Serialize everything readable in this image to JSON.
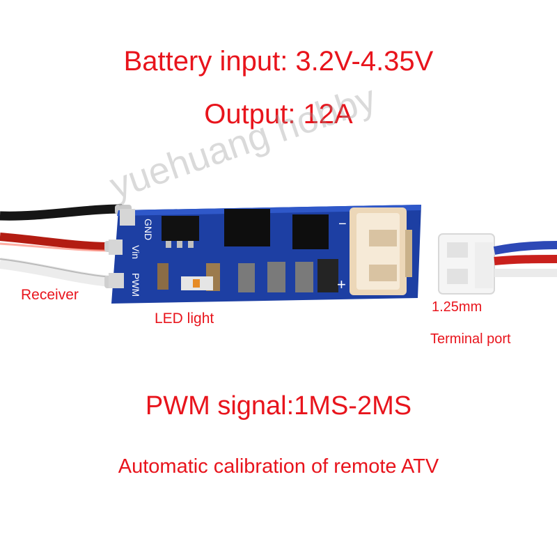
{
  "headline": {
    "battery": "Battery input: 3.2V-4.35V",
    "output": "Output: 12A",
    "pwm": "PWM signal:1MS-2MS",
    "calibration": "Automatic calibration of remote ATV"
  },
  "callouts": {
    "receiver": "Receiver",
    "led": "LED light",
    "pitch": "1.25mm",
    "terminal": "Terminal port"
  },
  "board_silkscreen": {
    "gnd": "GND",
    "vin": "Vin",
    "pwm": "PWM",
    "minus": "−",
    "plus": "+"
  },
  "watermark": "yuehuang hobby",
  "colors": {
    "text_red": "#e8141c",
    "pcb_blue": "#1d3fa3",
    "connector_cream": "#ecd7b8"
  }
}
